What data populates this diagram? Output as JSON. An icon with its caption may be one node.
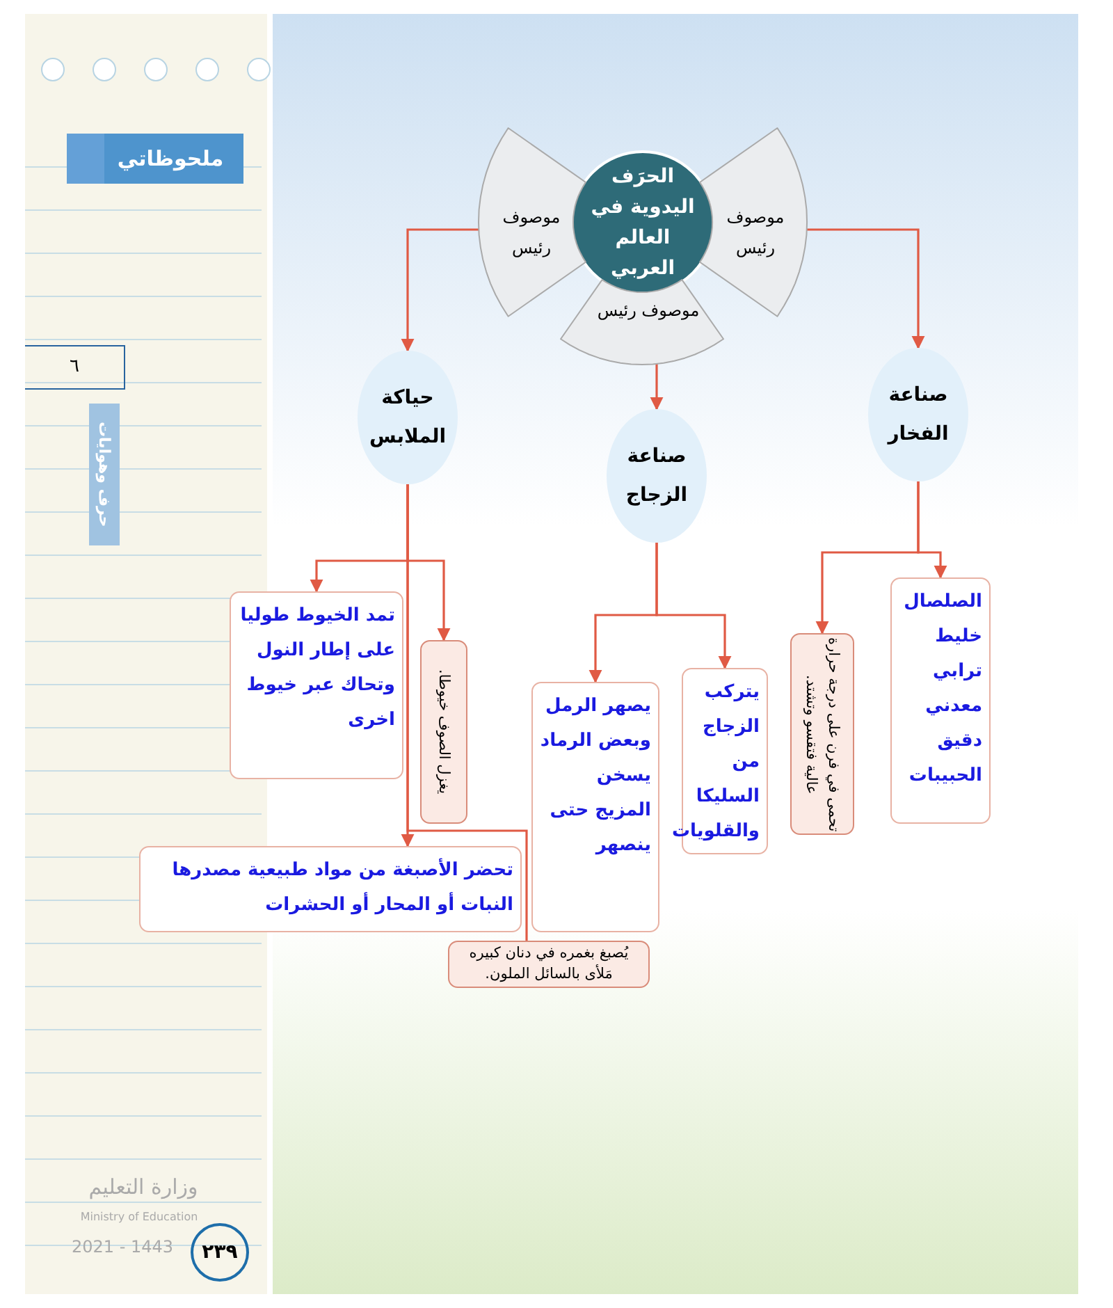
{
  "diagram": {
    "nodes": [
      {
        "text": [
          "الحرَف اليدوية في العالم العربي"
        ]
      },
      {
        "text": [
          "موصوف رئيس"
        ]
      },
      {
        "text": [
          "موصوف رئيس"
        ]
      },
      {
        "text": [
          "موصوف رئيس"
        ]
      },
      {
        "text": [
          "حياكة الملابس"
        ]
      },
      {
        "text": [
          "صناعة الزجاج"
        ]
      },
      {
        "text": [
          "صناعة الفخار"
        ]
      },
      {
        "text": [
          "تمد الخيوط طوليا على إطار النول وتحاك عبر خيوط اخرى"
        ]
      },
      {
        "text": [
          "يغزل الصوف خيوطا."
        ]
      },
      {
        "text": [
          "تحضر الأصبغة من مواد طبيعية مصدرها النبات أو المحار أو الحشرات"
        ]
      },
      {
        "text": [
          "يُصبغ بغمره في دنان كبيره مَلأى بالسائل الملون."
        ]
      },
      {
        "text": [
          "يصهر الرمل وبعض الرماد يسخن المزيج حتى ينصهر"
        ]
      },
      {
        "text": [
          "يتركب الزجاج من السليكا والقلويات"
        ]
      },
      {
        "text": [
          "تحمى في فرن على درجة حرارة عالية فتقسو وتشتد."
        ]
      },
      {
        "text": [
          "الصلصال خليط ترابي معدني دقيق الحبيبات"
        ]
      }
    ],
    "edges": [
      {
        "from": 1,
        "to": 4,
        "arrow": "to"
      },
      {
        "from": 2,
        "to": 5,
        "arrow": "to"
      },
      {
        "from": 3,
        "to": 6,
        "arrow": "to"
      },
      {
        "from": 4,
        "to": 7,
        "arrow": "to"
      },
      {
        "from": 4,
        "to": 8,
        "arrow": "to"
      },
      {
        "from": 4,
        "to": 9,
        "arrow": "to"
      },
      {
        "from": 4,
        "to": 10,
        "arrow": "none"
      },
      {
        "from": 5,
        "to": 11,
        "arrow": "to"
      },
      {
        "from": 5,
        "to": 12,
        "arrow": "to"
      },
      {
        "from": 6,
        "to": 13,
        "arrow": "to"
      },
      {
        "from": 6,
        "to": 14,
        "arrow": "to"
      }
    ],
    "labels": [
      "ملحوظاتي",
      "٦",
      "حرف وهوايات",
      "وزارة التعليم",
      "Ministry of Education",
      "2021 - 1443",
      "٢٣٩"
    ]
  }
}
